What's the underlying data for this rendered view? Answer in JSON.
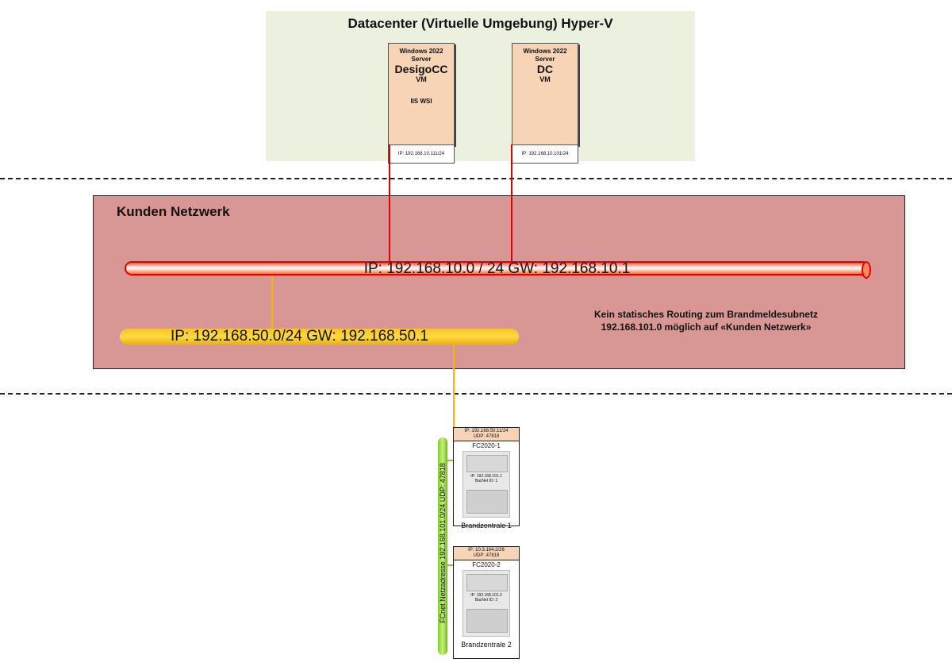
{
  "datacenter": {
    "title": "Datacenter (Virtuelle Umgebung) Hyper-V",
    "vms": [
      {
        "os": "Windows 2022 Server",
        "name": "DesigoCC",
        "type": "VM",
        "services": "IIS WSI",
        "ip": "IP: 192.168.10.111/24"
      },
      {
        "os": "Windows 2022 Server",
        "name": "DC",
        "type": "VM",
        "services": "",
        "ip": "IP: 192.168.10.101/24"
      }
    ]
  },
  "customer_network": {
    "title": "Kunden Netzwerk",
    "red_pipe_label": "IP: 192.168.10.0 / 24  GW: 192.168.10.1",
    "yellow_pipe_label": "IP: 192.168.50.0/24 GW: 192.168.50.1",
    "routing_note_line1": "Kein statisches Routing zum Brandmeldesubnetz",
    "routing_note_line2": "192.168.101.0 möglich auf «Kunden Netzwerk»"
  },
  "fire_panels": [
    {
      "ip": "IP: 192.168.50.11/24",
      "udp": "UDP: 47818",
      "name": "FC2020-1",
      "device_ip": "IP: 192.168.101.1",
      "bacnet": "BacNet ID: 1",
      "caption": "Brandzentrale 1"
    },
    {
      "ip": "IP: 10.3.164.2/26",
      "udp": "UDP: 47818",
      "name": "FC2020-2",
      "device_ip": "IP: 192.168.101.2",
      "bacnet": "BacNet ID: 2",
      "caption": "Brandzentrale 2"
    }
  ],
  "fcnet": {
    "label": "FCnet Netzadresse 192.168.101.0/24   UDP: 47818"
  },
  "colors": {
    "datacenter_bg": "#ebf1de",
    "network_bg": "#d89694",
    "vm_bg": "#f8d4b6",
    "red_link": "#e00000",
    "yellow_link": "#f5c518",
    "green_link": "#7fcf1e"
  }
}
